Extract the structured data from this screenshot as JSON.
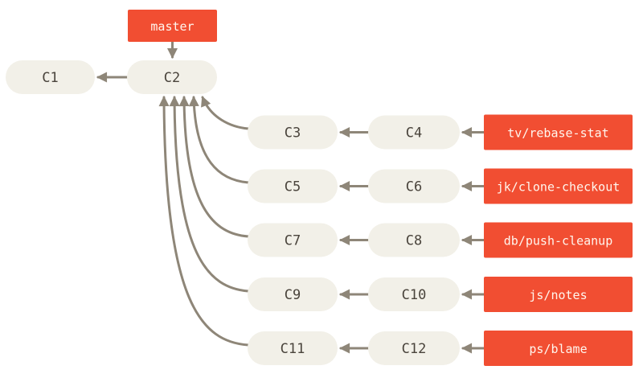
{
  "diagram": {
    "type": "git-commit-graph",
    "background_color": "#ffffff",
    "colors": {
      "commit_node_fill": "#f2f0e8",
      "commit_node_text": "#4a443c",
      "branch_label_fill": "#f14e32",
      "branch_label_text": "#fff6ee",
      "arrow": "#8e8678"
    },
    "master": {
      "label": "master"
    },
    "main_nodes": [
      {
        "label": "C1"
      },
      {
        "label": "C2"
      }
    ],
    "branch_rows": [
      {
        "left_commit": "C3",
        "right_commit": "C4",
        "branch_label": "tv/rebase-stat"
      },
      {
        "left_commit": "C5",
        "right_commit": "C6",
        "branch_label": "jk/clone-checkout"
      },
      {
        "left_commit": "C7",
        "right_commit": "C8",
        "branch_label": "db/push-cleanup"
      },
      {
        "left_commit": "C9",
        "right_commit": "C10",
        "branch_label": "js/notes"
      },
      {
        "left_commit": "C11",
        "right_commit": "C12",
        "branch_label": "ps/blame"
      }
    ],
    "edges": [
      {
        "from": "master",
        "to": "C2"
      },
      {
        "from": "C2",
        "to": "C1"
      },
      {
        "from": "C4",
        "to": "C3"
      },
      {
        "from": "C3",
        "to": "C2"
      },
      {
        "from": "tv/rebase-stat",
        "to": "C4"
      },
      {
        "from": "C6",
        "to": "C5"
      },
      {
        "from": "C5",
        "to": "C2"
      },
      {
        "from": "jk/clone-checkout",
        "to": "C6"
      },
      {
        "from": "C8",
        "to": "C7"
      },
      {
        "from": "C7",
        "to": "C2"
      },
      {
        "from": "db/push-cleanup",
        "to": "C8"
      },
      {
        "from": "C10",
        "to": "C9"
      },
      {
        "from": "C9",
        "to": "C2"
      },
      {
        "from": "js/notes",
        "to": "C10"
      },
      {
        "from": "C12",
        "to": "C11"
      },
      {
        "from": "C11",
        "to": "C2"
      },
      {
        "from": "ps/blame",
        "to": "C12"
      }
    ]
  }
}
